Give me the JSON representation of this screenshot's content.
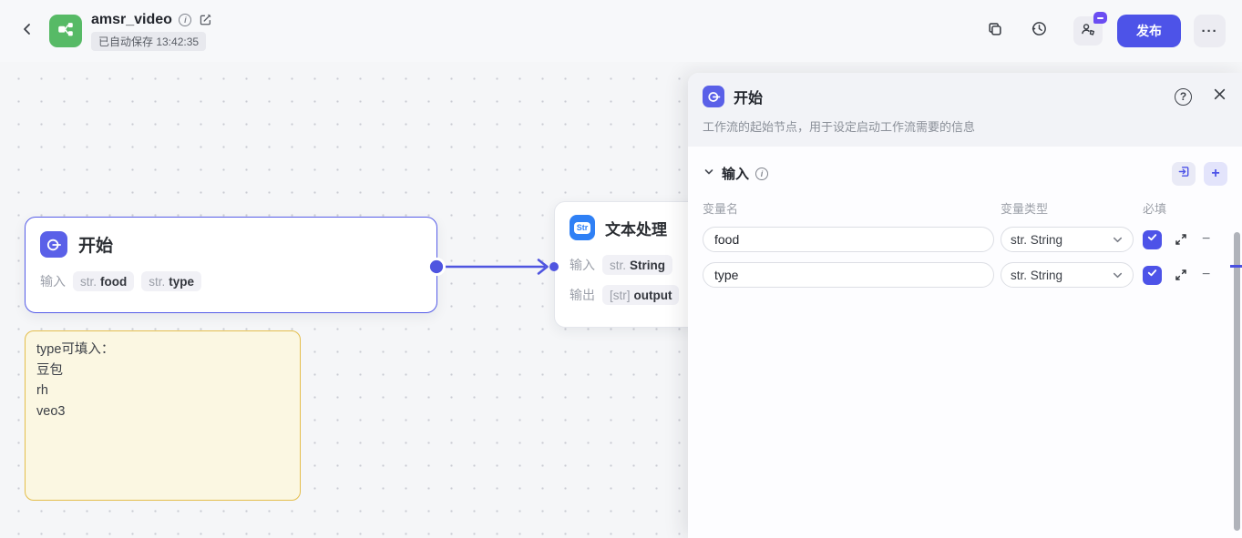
{
  "topbar": {
    "title": "amsr_video",
    "autosave": "已自动保存 13:42:35",
    "publish_label": "发布"
  },
  "icons": {
    "info_glyph": "i",
    "help_glyph": "?",
    "plus_glyph": "+",
    "minus_glyph": "−",
    "more_glyph": "···"
  },
  "canvas": {
    "start_node": {
      "title": "开始",
      "input_label": "输入",
      "pills": [
        {
          "type": "str.",
          "name": "food"
        },
        {
          "type": "str.",
          "name": "type"
        }
      ]
    },
    "text_node": {
      "title": "文本处理",
      "icon_label": "Str",
      "input_label": "输入",
      "output_label": "输出",
      "input_pill": {
        "type": "str.",
        "name": "String"
      },
      "output_pill": {
        "type": "[str]",
        "name": "output"
      }
    },
    "note": {
      "lines": [
        "type可填入：",
        "豆包",
        "rh",
        "veo3"
      ]
    }
  },
  "panel": {
    "title": "开始",
    "description": "工作流的起始节点，用于设定启动工作流需要的信息",
    "input_section_label": "输入",
    "columns": {
      "name": "变量名",
      "type": "变量类型",
      "required": "必填"
    },
    "rows": [
      {
        "name": "food",
        "type": "str. String",
        "required": true
      },
      {
        "name": "type",
        "type": "str. String",
        "required": true
      }
    ]
  },
  "colors": {
    "accent": "#4d53e8",
    "start_icon_green": "#57ba66",
    "text_node_blue": "#2f80f5",
    "sticky_bg": "#fbf7e2",
    "sticky_border": "#e4be4c"
  }
}
